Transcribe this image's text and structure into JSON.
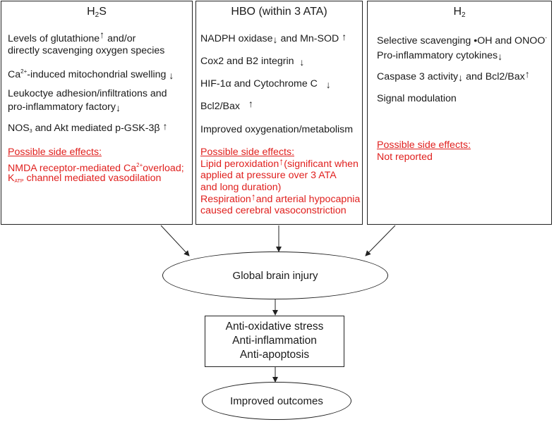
{
  "columns": {
    "h2s": {
      "title": "H",
      "title_sub": "2",
      "title_tail": "S",
      "items": {
        "glutathione_l1": "Levels of glutathione",
        "glutathione_l2": "and/or",
        "glutathione_l3": "directly scavenging oxygen species",
        "calcium_pre": "Ca",
        "calcium_sup": "2+",
        "calcium_post": "-induced mitochondrial swelling",
        "leuk_l1": "Leukoctye adhesion/infiltrations and",
        "leuk_l2": "pro-inflammatory factory",
        "nos_pre": "NOS",
        "nos_sub": "3",
        "nos_post": " and Akt mediated p-GSK-3β"
      },
      "side_effects": {
        "heading": "Possible side effects:",
        "l1_pre": "NMDA receptor-mediated Ca",
        "l1_sup": "2+",
        "l1_post": "overload;",
        "l2_pre": "K",
        "l2_sub": "ATP",
        "l2_post": " channel  mediated vasodilation"
      }
    },
    "hbo": {
      "title": "HBO (within 3 ATA)",
      "items": {
        "nadph_pre": "NADPH oxidase",
        "nadph_post": " and Mn-SOD",
        "cox2": "Cox2 and B2 integrin",
        "hif": "HIF-1α and Cytochrome C",
        "bcl2": "Bcl2/Bax",
        "oxygenation": "Improved oxygenation/metabolism"
      },
      "side_effects": {
        "heading": "Possible side effects:",
        "l1_pre": "Lipid peroxidation",
        "l1_post": "(significant when",
        "l2": "applied at pressure over 3 ATA",
        "l3": "and long duration)",
        "l4_pre": "Respiration",
        "l4_post": "and arterial hypocapnia",
        "l5": "caused cerebral vasoconstriction"
      }
    },
    "h2": {
      "title": "H",
      "title_sub": "2",
      "items": {
        "scavenging_pre": "Selective scavenging •OH and ONOO",
        "scavenging_sup": "-",
        "cytokines": "Pro-inflammatory cytokines",
        "caspase_pre": "Caspase 3 activity",
        "caspase_post": " and Bcl2/Bax",
        "signal": "Signal modulation"
      },
      "side_effects": {
        "heading": "Possible side effects:",
        "value": "Not reported"
      }
    }
  },
  "injury": {
    "label": "Global brain injury"
  },
  "effects": {
    "line1": "Anti-oxidative stress",
    "line2": "Anti-inflammation",
    "line3": "Anti-apoptosis"
  },
  "outcome": {
    "label": "Improved outcomes"
  },
  "glyphs": {
    "up": "↑",
    "down": "↓"
  },
  "colors": {
    "side_effects": "#e0201e",
    "line": "#222222"
  }
}
